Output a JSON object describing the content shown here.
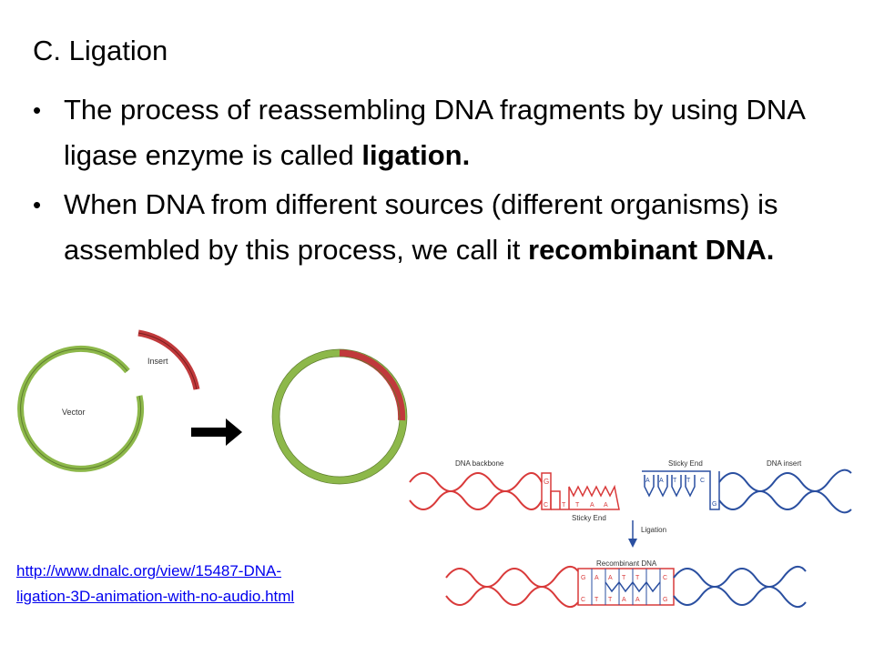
{
  "slide": {
    "heading": "C. Ligation",
    "bullets": [
      {
        "text": "The process of reassembling DNA fragments by using DNA ligase enzyme is called ",
        "bold": "ligation."
      },
      {
        "text": "When DNA from different sources (different organisms) is assembled by this process, we call it ",
        "bold": "recombinant DNA."
      }
    ],
    "link": {
      "line1": "http://www.dnalc.org/view/15487-DNA-",
      "line2": "ligation-3D-animation-with-no-audio.html"
    },
    "diagram": {
      "insert_label": "Insert",
      "vector_label": "Vector",
      "backbone_label": "DNA backbone",
      "sticky_end_label": "Sticky End",
      "sticky_end_label_2": "Sticky End",
      "dna_insert_label": "DNA insert",
      "ligation_label": "Ligation",
      "recombinant_label": "Recombinant DNA",
      "backbone_top_bases": [
        "G"
      ],
      "backbone_bottom_bases": [
        "C",
        "T",
        "T",
        "A",
        "A"
      ],
      "insert_top_bases": [
        "A",
        "A",
        "T",
        "T",
        "C"
      ],
      "insert_bottom_bases": [
        "G"
      ],
      "recomb_top_bases": [
        "G",
        "A",
        "A",
        "T",
        "T",
        "C"
      ],
      "recomb_bottom_bases": [
        "C",
        "T",
        "T",
        "A",
        "A",
        "G"
      ]
    },
    "colors": {
      "vector_green": "#8db84a",
      "insert_red": "#c0393b",
      "dna_red": "#d93a3a",
      "dna_blue": "#2a4fa0",
      "arrow_black": "#000000"
    }
  }
}
